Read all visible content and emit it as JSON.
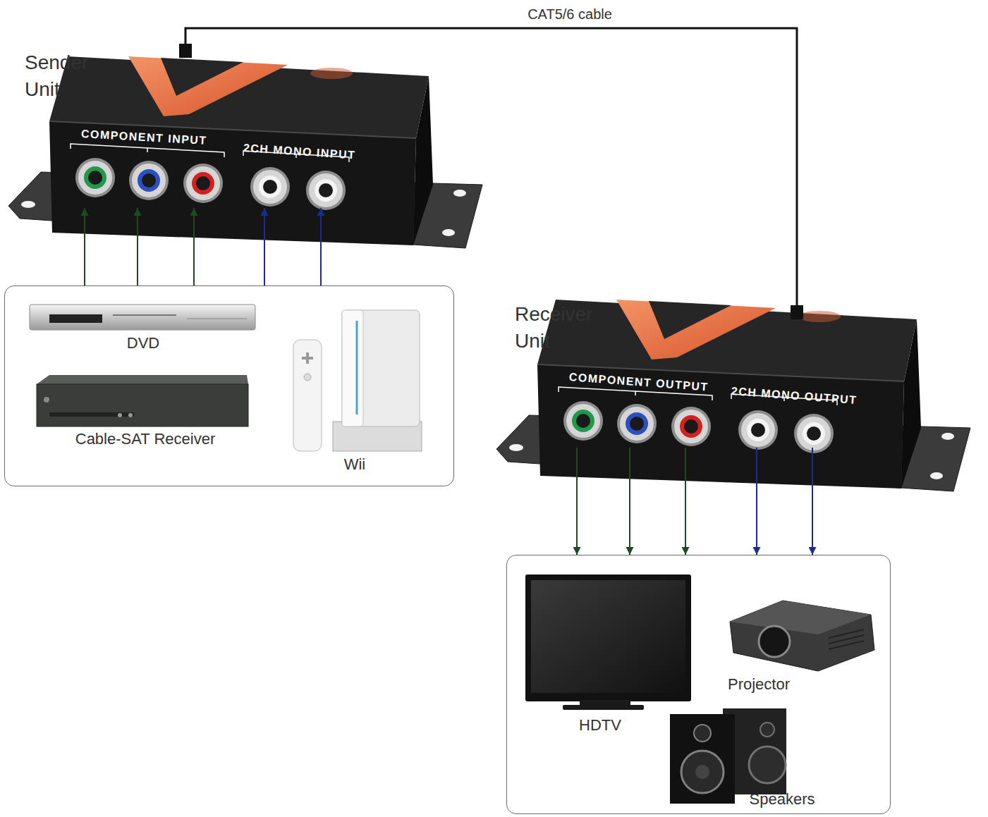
{
  "diagram": {
    "nodes": [
      {
        "text": [
          "Sender Unit",
          "COMPONENT INPUT",
          "2CH MONO INPUT"
        ]
      },
      {
        "text": [
          "DVD",
          "Cable-SAT Receiver",
          "Wii"
        ]
      },
      {
        "text": [
          "Receiver Unit",
          "COMPONENT OUTPUT",
          "2CH MONO OUTPUT"
        ]
      },
      {
        "text": [
          "HDTV",
          "Projector",
          "Speakers"
        ]
      }
    ],
    "edges": [
      {
        "from": 0,
        "to": 2,
        "label": "CAT5/6 cable",
        "arrow": "none"
      },
      {
        "from": 1,
        "to": 0,
        "arrow": "to"
      },
      {
        "from": 1,
        "to": 0,
        "arrow": "to"
      },
      {
        "from": 1,
        "to": 0,
        "arrow": "to"
      },
      {
        "from": 1,
        "to": 0,
        "arrow": "to"
      },
      {
        "from": 1,
        "to": 0,
        "arrow": "to"
      },
      {
        "from": 2,
        "to": 3,
        "arrow": "to"
      },
      {
        "from": 2,
        "to": 3,
        "arrow": "to"
      },
      {
        "from": 2,
        "to": 3,
        "arrow": "to"
      },
      {
        "from": 2,
        "to": 3,
        "arrow": "to"
      },
      {
        "from": 2,
        "to": 3,
        "arrow": "to"
      }
    ]
  }
}
